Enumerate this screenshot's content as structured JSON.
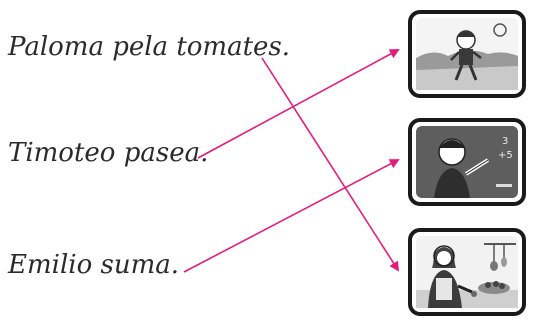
{
  "sentences": [
    {
      "text": "Paloma pela tomates."
    },
    {
      "text": "Timoteo pasea."
    },
    {
      "text": "Emilio suma."
    }
  ],
  "pictures": [
    {
      "icon": "boy-walking-icon"
    },
    {
      "icon": "boy-at-blackboard-icon"
    },
    {
      "icon": "girl-cooking-icon"
    }
  ],
  "colors": {
    "connector": "#e6197d",
    "ink": "#2b2b2b",
    "frame": "#1a1a1a"
  }
}
